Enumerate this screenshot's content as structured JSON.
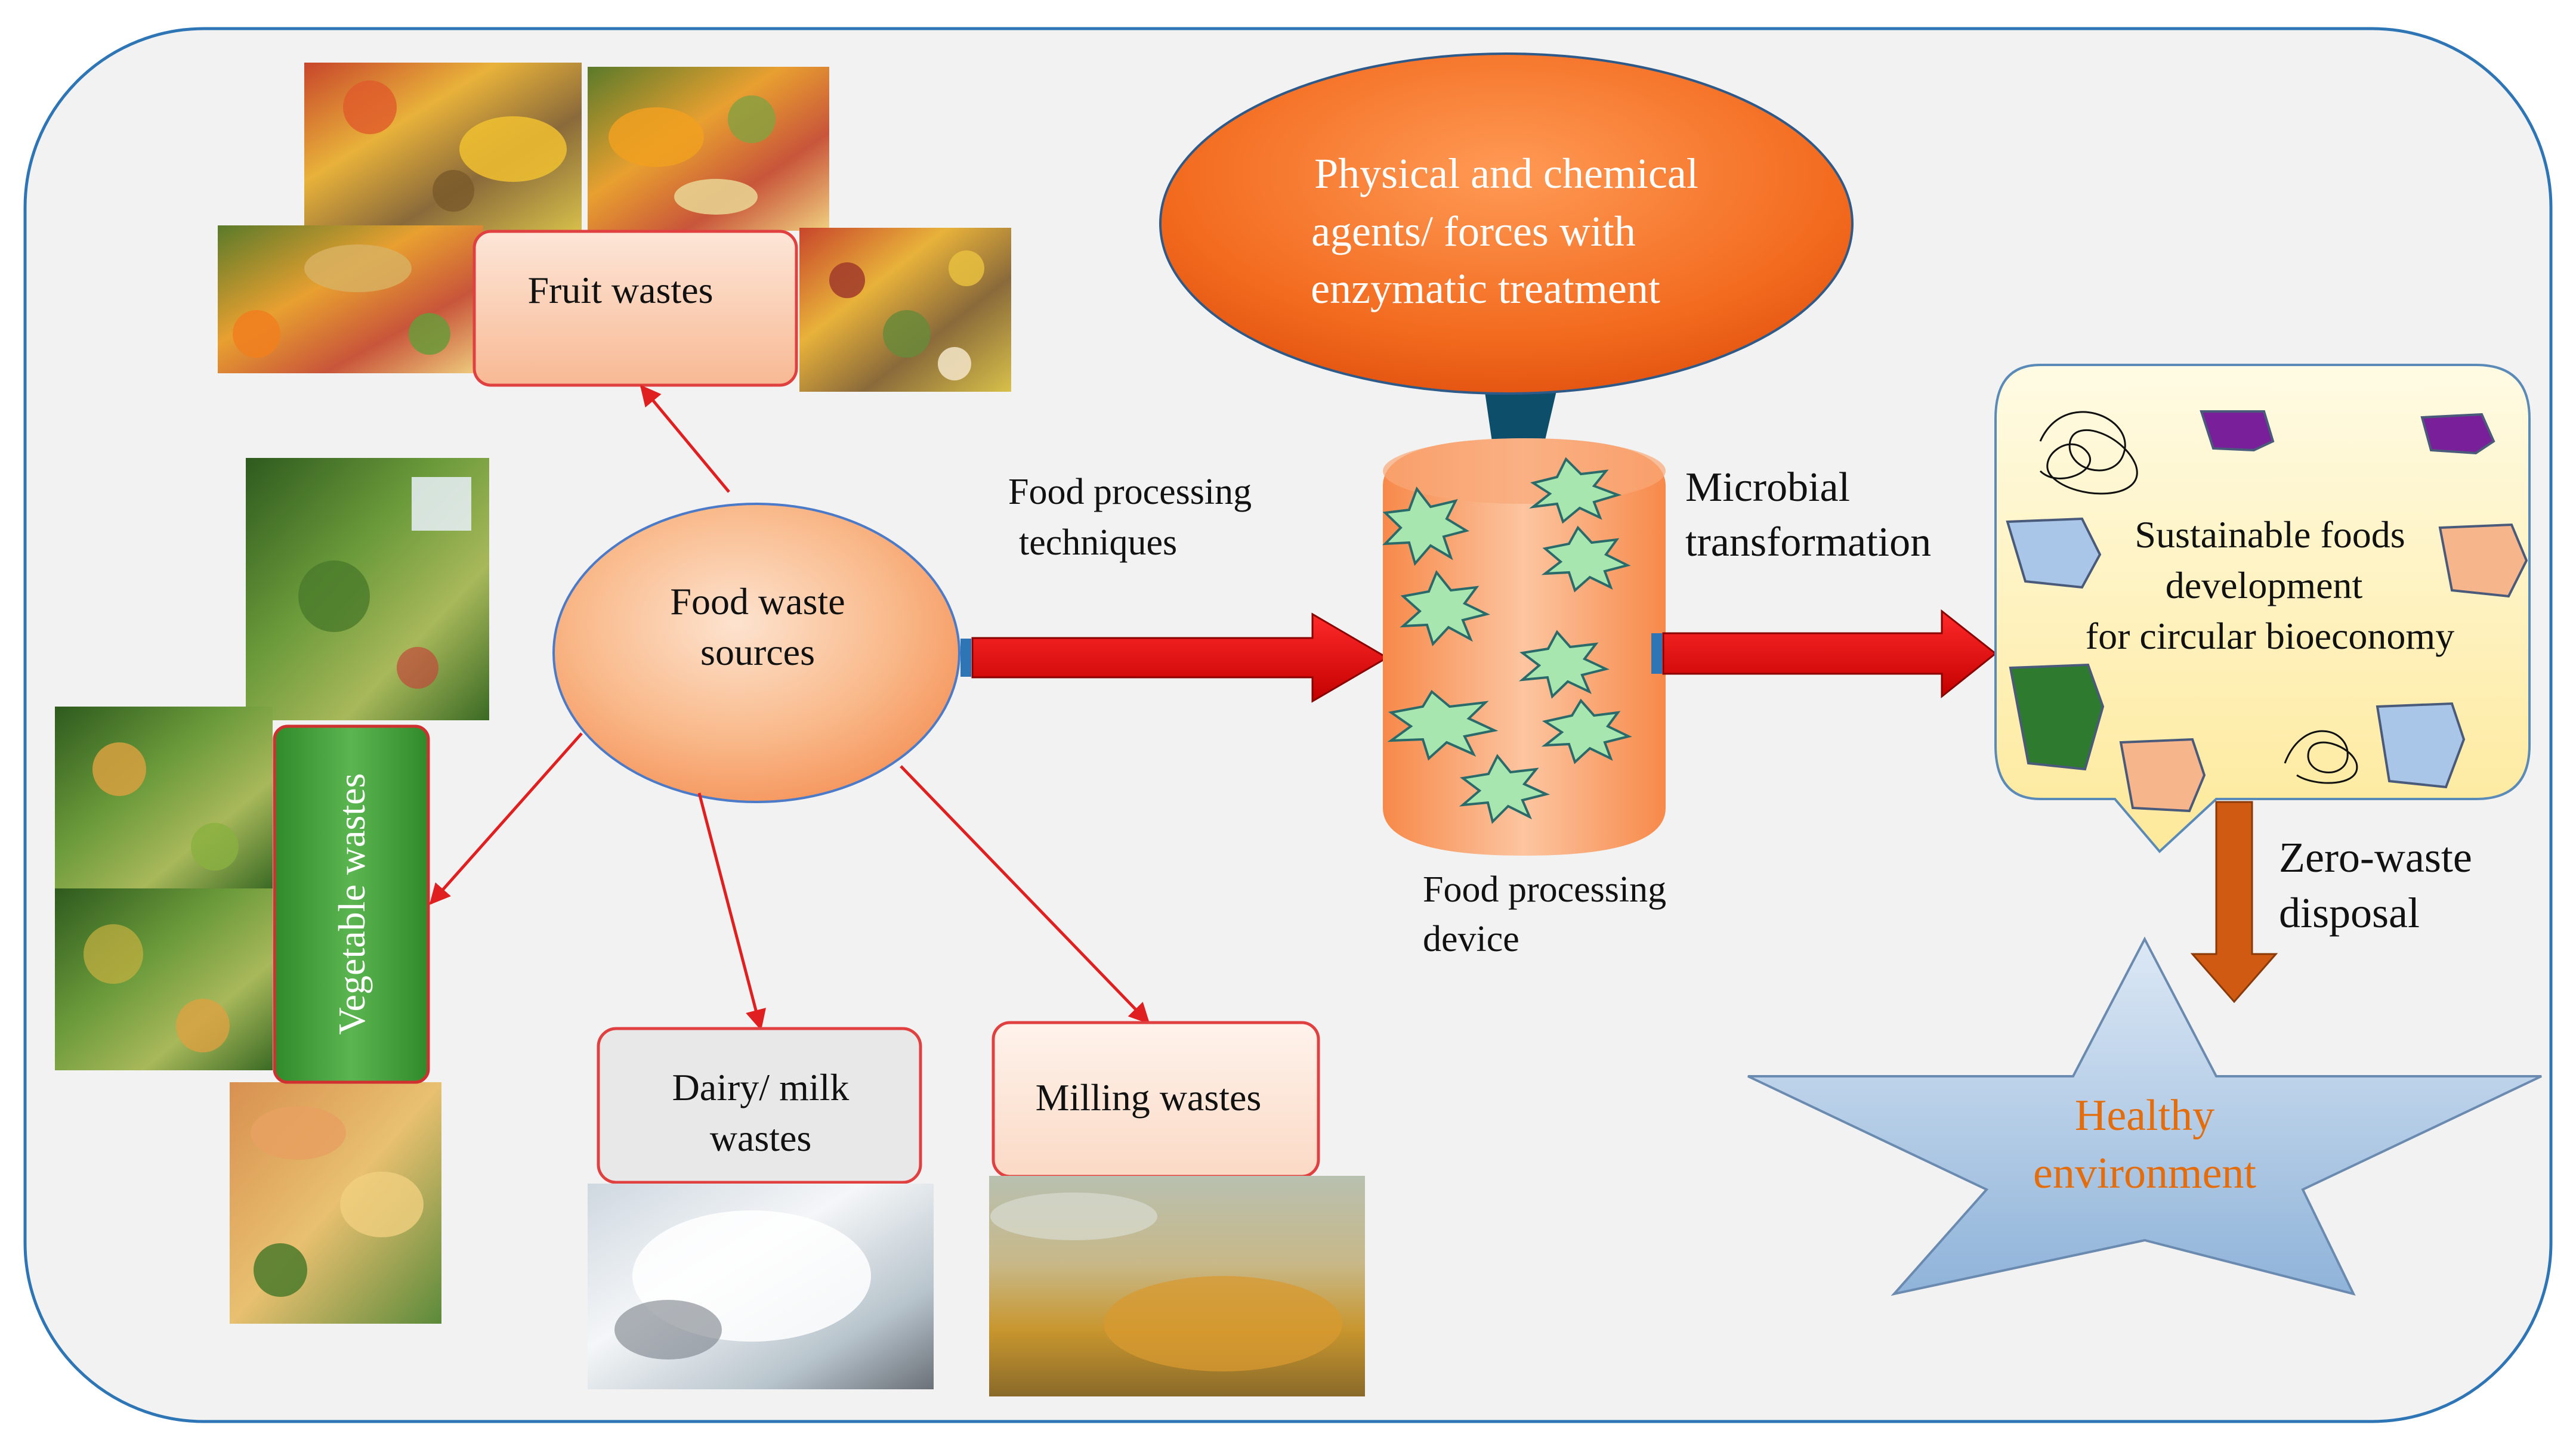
{
  "labels": {
    "fruit_wastes": "Fruit wastes",
    "vegetable_wastes": "Vegetable  wastes",
    "food_waste_sources_1": "Food waste",
    "food_waste_sources_2": "sources",
    "dairy_1": "Dairy/ milk",
    "dairy_2": "wastes",
    "milling": "Milling wastes",
    "techniques_1": "Food processing",
    "techniques_2": "techniques",
    "agents_1": "Physical and chemical",
    "agents_2": "agents/ forces with",
    "agents_3": "enzymatic treatment",
    "microbial_1": "Microbial",
    "microbial_2": "transformation",
    "device_1": "Food processing",
    "device_2": "device",
    "sustainable_1": "Sustainable foods",
    "sustainable_2": "development",
    "sustainable_3": "for circular bioeconomy",
    "zero_1": "Zero-waste",
    "zero_2": "disposal",
    "healthy_1": "Healthy",
    "healthy_2": "environment"
  },
  "colors": {
    "frame_stroke": "#2e75b6",
    "frame_fill": "#f2f2f2",
    "connector_red": "#e02020",
    "big_arrow_red": "#dd0000",
    "orange_accent": "#f26522",
    "star_fill": "#b4cde6",
    "star_text": "#e46c0a",
    "vegetable_green": "#3e9a37"
  },
  "icons": [
    "fruit-photo",
    "vegetable-photo",
    "dairy-photo",
    "milling-photo",
    "microbe-burst-icon",
    "food-product-icon"
  ]
}
